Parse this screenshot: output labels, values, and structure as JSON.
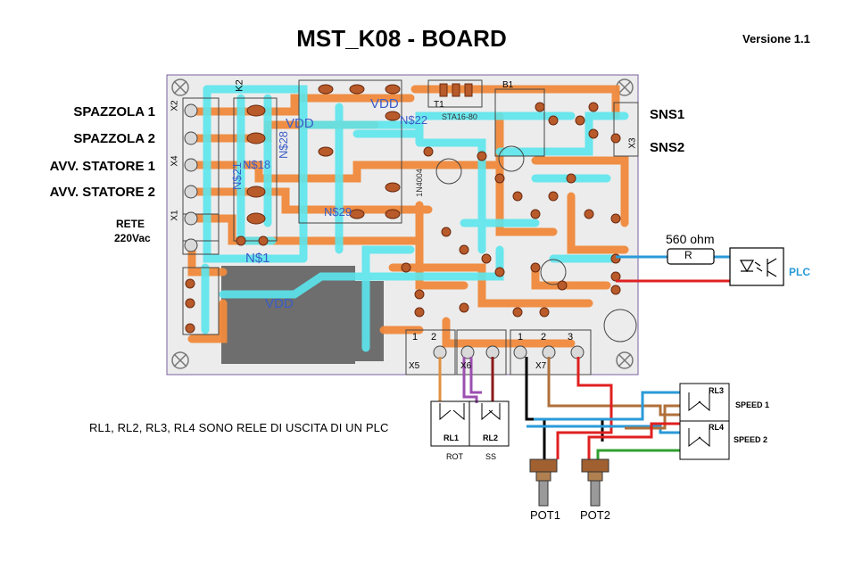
{
  "title": "MST_K08 - BOARD",
  "version": "Versione 1.1",
  "left_labels": {
    "spazzola1": "SPAZZOLA 1",
    "spazzola2": "SPAZZOLA 2",
    "avv_statore1": "AVV. STATORE 1",
    "avv_statore2": "AVV. STATORE 2",
    "rete": "RETE",
    "rete_v": "220Vac"
  },
  "right_labels": {
    "sns1": "SNS1",
    "sns2": "SNS2",
    "resistor_value": "560 ohm",
    "resistor_ref": "R",
    "plc": "PLC"
  },
  "connectors": {
    "x2": "X2",
    "x4": "X4",
    "x1": "X1",
    "x3": "X3",
    "x5": "X5",
    "x6": "X6",
    "x7": "X7",
    "k2": "K2",
    "t1": "T1",
    "b1": "B1"
  },
  "board_text": {
    "vdd": "VDD",
    "ns1": "N$1",
    "ns21": "N$21",
    "ns28": "N$28",
    "ns18": "N$18",
    "ns22": "N$22",
    "ns29": "N$29",
    "sta": "STA16-80",
    "mod": "1N4004",
    "p1": "1",
    "p2": "2",
    "p3": "3"
  },
  "relays": {
    "rl1": "RL1",
    "rl2": "RL2",
    "rl3": "RL3",
    "rl4": "RL4",
    "rot": "ROT",
    "ss": "SS",
    "speed1": "SPEED 1",
    "speed2": "SPEED 2"
  },
  "pots": {
    "pot1": "POT1",
    "pot2": "POT2"
  },
  "note": "RL1, RL2, RL3, RL4 SONO RELE DI USCITA DI UN PLC",
  "colors": {
    "board_bg": "#e8e8e8",
    "copper": "#f08a3c",
    "trace_top": "#5ce6ee",
    "grey_block": "#6e6e6e",
    "wire_orange": "#e09040",
    "wire_purple": "#9b4fb0",
    "wire_darkred": "#8b1a1a",
    "wire_blue": "#2a9ad8",
    "wire_red": "#e02020",
    "wire_green": "#30a030",
    "wire_brown": "#b0703a",
    "wire_black": "#000000",
    "plc_text": "#2a9ad8"
  }
}
